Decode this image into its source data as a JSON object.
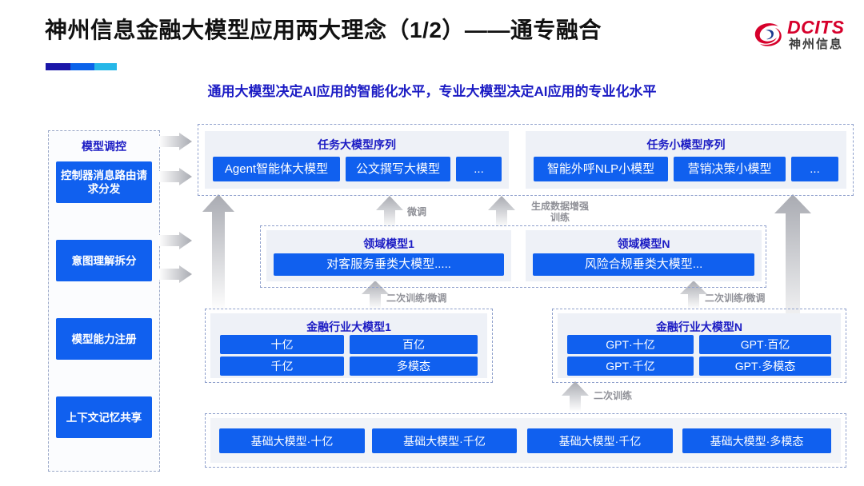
{
  "header": {
    "title": "神州信息金融大模型应用两大理念（1/2）——通专融合",
    "subtitle": "通用大模型决定AI应用的智能化水平，专业大模型决定AI应用的专业化水平",
    "logo_en": "DCITS",
    "logo_cn": "神州信息",
    "accent_colors": [
      "#1a16a8",
      "#0b63ea",
      "#25b7e8"
    ],
    "brand_red": "#d6002b"
  },
  "left_column": {
    "title": "模型调控",
    "items": [
      {
        "label": "控制器消息路由请求分发"
      },
      {
        "label": "意图理解拆分"
      },
      {
        "label": "模型能力注册"
      },
      {
        "label": "上下文记忆共享"
      }
    ]
  },
  "task_row": {
    "big": {
      "title": "任务大模型序列",
      "items": [
        "Agent智能体大模型",
        "公文撰写大模型",
        "..."
      ]
    },
    "small": {
      "title": "任务小模型序列",
      "items": [
        "智能外呼NLP小模型",
        "营销决策小模型",
        "..."
      ]
    }
  },
  "domain_row": {
    "left": {
      "title": "领域模型1",
      "item": "对客服务垂类大模型....."
    },
    "right": {
      "title": "领域模型N",
      "item": "风险合规垂类大模型..."
    }
  },
  "industry_row": {
    "left": {
      "title": "金融行业大模型1",
      "items": [
        "十亿",
        "百亿",
        "千亿",
        "多模态"
      ]
    },
    "right": {
      "title": "金融行业大模型N",
      "items": [
        "GPT·十亿",
        "GPT·百亿",
        "GPT·千亿",
        "GPT·多模态"
      ]
    }
  },
  "base_row": {
    "items": [
      "基础大模型·十亿",
      "基础大模型·千亿",
      "基础大模型·千亿",
      "基础大模型·多模态"
    ]
  },
  "arrow_labels": {
    "fine_tune": "微调",
    "data_aug": "生成数据增强\n训练",
    "retrain_finetune_left": "二次训练/微调",
    "retrain_finetune_right": "二次训练/微调",
    "retrain": "二次训练"
  },
  "colors": {
    "box_blue": "#1060ef",
    "panel_bg": "#eef1f7",
    "title_blue": "#1b1bc4",
    "dash_border": "#8fa0cc",
    "arrow_gray": "#b9bbc0"
  }
}
